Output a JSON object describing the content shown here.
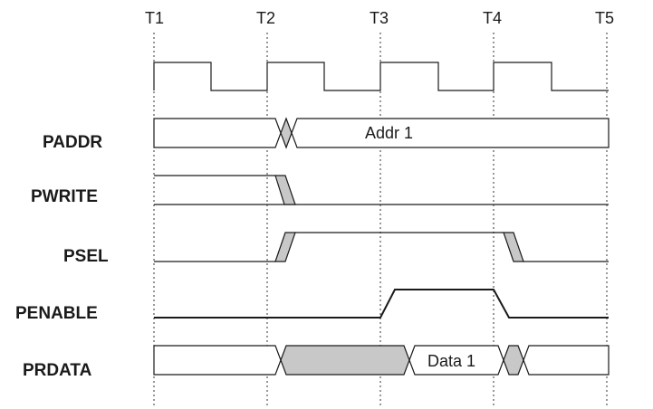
{
  "time_markers": [
    "T1",
    "T2",
    "T3",
    "T4",
    "T5"
  ],
  "signals": {
    "clock": "",
    "paddr": "PADDR",
    "pwrite": "PWRITE",
    "psel": "PSEL",
    "penable": "PENABLE",
    "prdata": "PRDATA"
  },
  "values": {
    "paddr_value": "Addr 1",
    "prdata_value": "Data 1"
  },
  "colors": {
    "line": "#1a1a1a",
    "shade": "#c8c8c8"
  }
}
